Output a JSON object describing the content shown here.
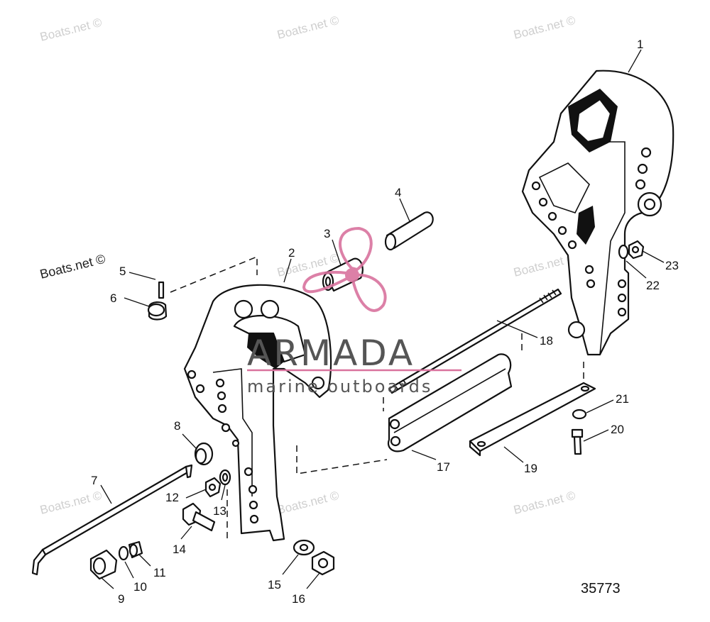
{
  "watermarks": [
    "Boats.net ©",
    "Boats.net ©",
    "Boats.net ©",
    "Boats.net ©",
    "Boats.net ©",
    "Boats.net ©",
    "Boats.net ©",
    "Boats.net ©"
  ],
  "watermark_main": "Boats.net ©",
  "brand": {
    "name": "ARMADA",
    "tagline": "marine outboards",
    "accent_color": "#d9739e"
  },
  "figure_number": "35773",
  "callouts": [
    "1",
    "2",
    "3",
    "4",
    "5",
    "6",
    "7",
    "8",
    "9",
    "10",
    "11",
    "12",
    "13",
    "14",
    "15",
    "16",
    "17",
    "18",
    "19",
    "20",
    "21",
    "22",
    "23"
  ]
}
